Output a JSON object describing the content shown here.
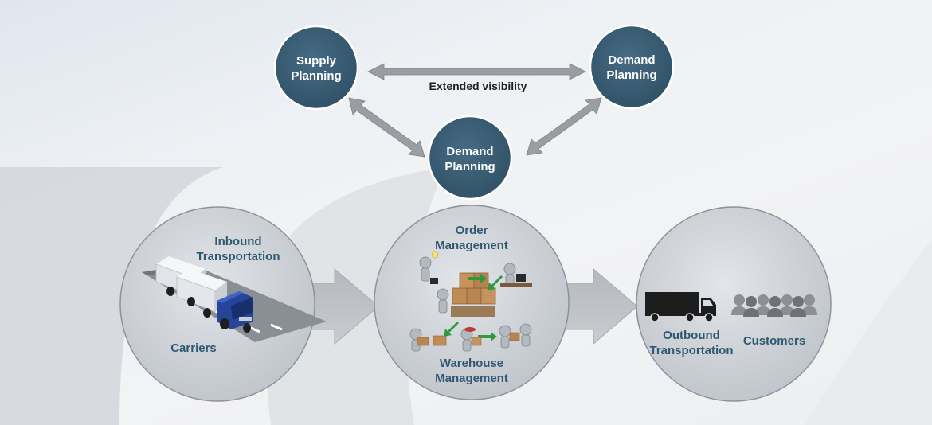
{
  "planning": {
    "supply": "Supply\nPlanning",
    "demand_right": "Demand\nPlanning",
    "demand_center": "Demand\nPlanning",
    "visibility": "Extended visibility"
  },
  "execution": {
    "inbound": "Inbound\nTransportation",
    "carriers": "Carriers",
    "order": "Order\nManagement",
    "warehouse": "Warehouse\nManagement",
    "outbound": "Outbound\nTransportation",
    "customers": "Customers"
  },
  "colors": {
    "planning_circle": "#3c5f76",
    "label_blue": "#2e5871",
    "arrow_gray": "#9a9ea3",
    "process_circle": "#cdd1d6"
  },
  "icons": [
    "truck-icon",
    "workers-boxes-icon",
    "black-truck-icon",
    "customers-icon"
  ]
}
